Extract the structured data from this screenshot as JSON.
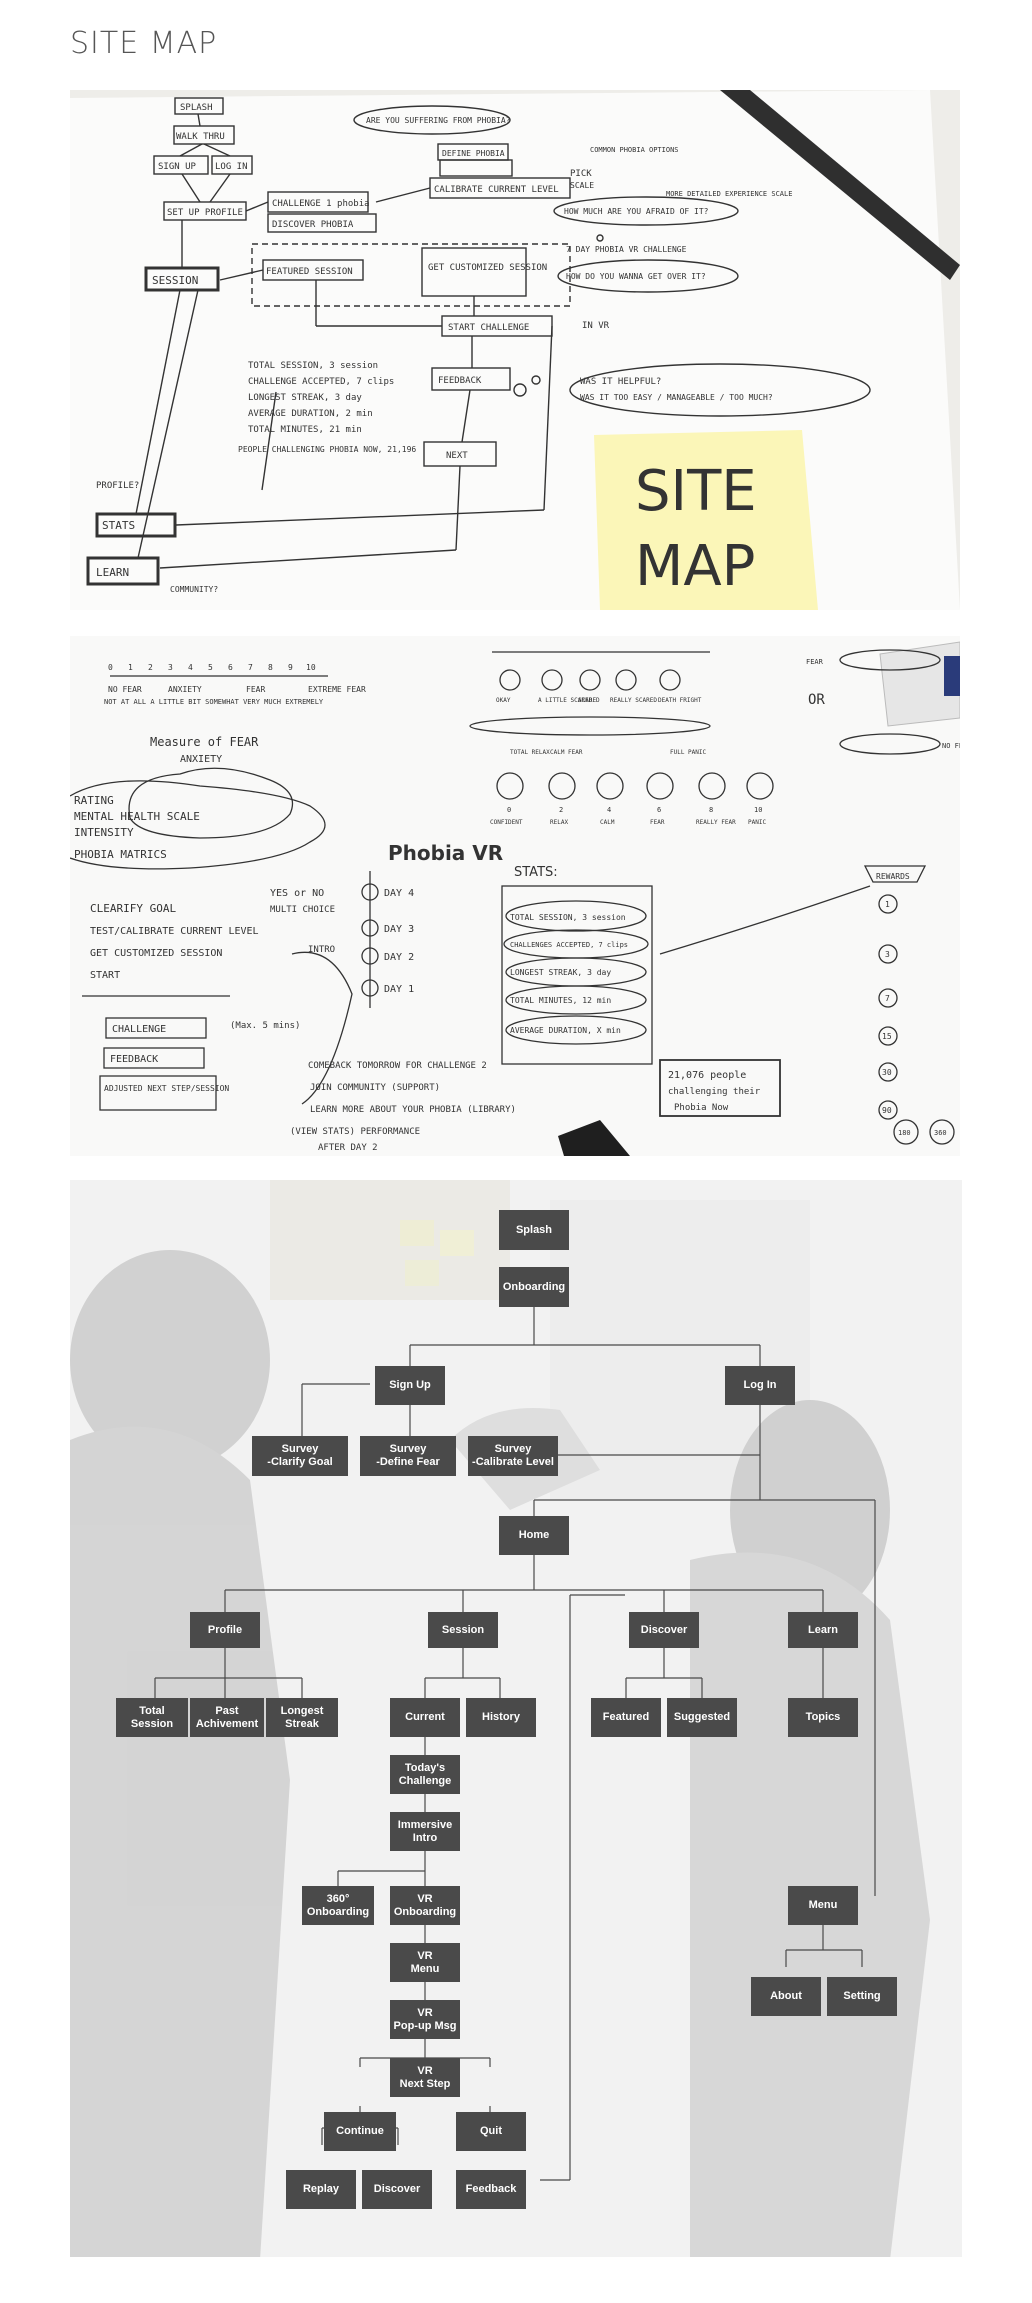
{
  "page": {
    "title": "SITE MAP"
  },
  "sketch1": {
    "sticky_note": [
      "SITE",
      "MAP"
    ],
    "boxes": {
      "splash": "SPLASH",
      "walkthru": "WALK THRU",
      "sign_up": "SIGN UP",
      "log_in": "LOG IN",
      "setup_profile": "SET UP PROFILE",
      "session": "SESSION",
      "challenge": "CHALLENGE 1 phobia",
      "discover": "DISCOVER PHOBIA",
      "calibrate": "CALIBRATE CURRENT LEVEL",
      "define": "DEFINE PHOBIA",
      "featured": "FEATURED SESSION",
      "customized": "GET CUSTOMIZED SESSION",
      "start": "START CHALLENGE",
      "feedback": "FEEDBACK",
      "next": "NEXT",
      "stats": "STATS",
      "learn": "LEARN"
    },
    "bubbles": {
      "suffering": "ARE YOU SUFFERING FROM PHOBIA?",
      "afraid": "HOW MUCH ARE YOU AFRAID OF IT?",
      "cover": "HOW DO YOU WANNA GET OVER IT?",
      "helpful": "WAS IT HELPFUL?",
      "easy": "WAS IT TOO EASY / MANAGEABLE / TOO MUCH?"
    },
    "notes": {
      "days": "7 DAY PHOBIA VR CHALLENGE",
      "in_vr": "IN VR",
      "profile": "PROFILE?",
      "community": "COMMUNITY?",
      "pick": "PICK",
      "scale": "SCALE",
      "common": "COMMON PHOBIA OPTIONS",
      "detailed": "MORE DETAILED EXPERIENCE SCALE"
    },
    "stats_list": [
      "TOTAL SESSION, 3 session",
      "CHALLENGE ACCEPTED, 7 clips",
      "LONGEST STREAK, 3 day",
      "AVERAGE DURATION, 2 min",
      "TOTAL MINUTES, 21 min",
      "PEOPLE CHALLENGING PHOBIA NOW, 21,196"
    ]
  },
  "sketch2": {
    "scale_nums": [
      "0",
      "1",
      "2",
      "3",
      "4",
      "5",
      "6",
      "7",
      "8",
      "9",
      "10"
    ],
    "scale_labels": [
      "NO FEAR",
      "ANXIETY",
      "FEAR",
      "EXTREME FEAR"
    ],
    "scale_sub": "NOT AT ALL   A LITTLE BIT  SOMEWHAT   VERY MUCH  EXTREMELY",
    "measure": "Measure of FEAR",
    "anxiety": "ANXIETY",
    "rating": [
      "RATING",
      "MENTAL HEALTH SCALE",
      "INTENSITY",
      "PHOBIA MATRICS"
    ],
    "steps": [
      "CLEARIFY GOAL",
      "TEST/CALIBRATE CURRENT LEVEL",
      "GET CUSTOMIZED SESSION",
      "START"
    ],
    "yes_no": "YES or NO",
    "multi": "MULTI CHOICE",
    "intro": "INTRO",
    "challenge": "CHALLENGE",
    "max": "(Max. 5 mins)",
    "feedback": "FEEDBACK",
    "adjusted": "ADJUSTED NEXT STEP/SESSION",
    "come_back": "COMEBACK TOMORROW FOR CHALLENGE 2",
    "join": "JOIN COMMUNITY (SUPPORT)",
    "learn_more": "LEARN MORE ABOUT YOUR PHOBIA (LIBRARY)",
    "view_stats": "(VIEW STATS) PERFORMANCE",
    "after": "AFTER DAY 2",
    "phobia_vr": "Phobia VR",
    "days": [
      "DAY 4",
      "DAY 3",
      "DAY 2",
      "DAY 1"
    ],
    "stats_title": "STATS:",
    "stats_items": [
      "TOTAL SESSION, 3 session",
      "CHALLENGES ACCEPTED, 7 clips",
      "LONGEST STREAK, 3 day",
      "TOTAL MINUTES, 12 min",
      "AVERAGE DURATION, X min"
    ],
    "people": [
      "21,076 people",
      "challenging their",
      "Phobia Now"
    ],
    "rewards": "REWARDS",
    "reward_nums": [
      "1",
      "3",
      "7",
      "15",
      "30",
      "90",
      "180",
      "360"
    ],
    "face_labels": [
      "OKAY",
      "A LITTLE SCARED",
      "SCARED",
      "REALLY SCARED",
      "DEATH FRIGHT"
    ],
    "face_nums": [
      "0",
      "2",
      "4",
      "6",
      "8",
      "10"
    ],
    "face_words": [
      "CONFIDENT",
      "RELAX",
      "CALM",
      "FEAR",
      "REALLY FEAR",
      "PANIC"
    ],
    "or": "OR",
    "no_fear": "NO FEAR",
    "fear": "FEAR",
    "total_relax": "TOTAL RELAX",
    "calm": "CALM FEAR",
    "full_panic": "FULL PANIC"
  },
  "sitemap": {
    "nodes": {
      "splash": "Splash",
      "onboarding": "Onboarding",
      "sign_up": "Sign Up",
      "log_in": "Log In",
      "survey_goal": "Survey\n-Clarify Goal",
      "survey_fear": "Survey\n-Define Fear",
      "survey_level": "Survey\n-Calibrate Level",
      "home": "Home",
      "profile": "Profile",
      "session": "Session",
      "discover": "Discover",
      "learn": "Learn",
      "total_session": "Total\nSession",
      "past_achievement": "Past\nAchivement",
      "longest_streak": "Longest\nStreak",
      "current": "Current",
      "history": "History",
      "featured": "Featured",
      "suggested": "Suggested",
      "topics": "Topics",
      "todays_challenge": "Today's\nChallenge",
      "immersive_intro": "Immersive\nIntro",
      "onboarding_360": "360°\nOnboarding",
      "vr_onboarding": "VR\nOnboarding",
      "vr_menu": "VR\nMenu",
      "vr_popup": "VR\nPop-up Msg",
      "vr_next": "VR\nNext Step",
      "continue": "Continue",
      "quit": "Quit",
      "replay": "Replay",
      "discover_2": "Discover",
      "feedback": "Feedback",
      "menu": "Menu",
      "about": "About",
      "setting": "Setting"
    }
  }
}
